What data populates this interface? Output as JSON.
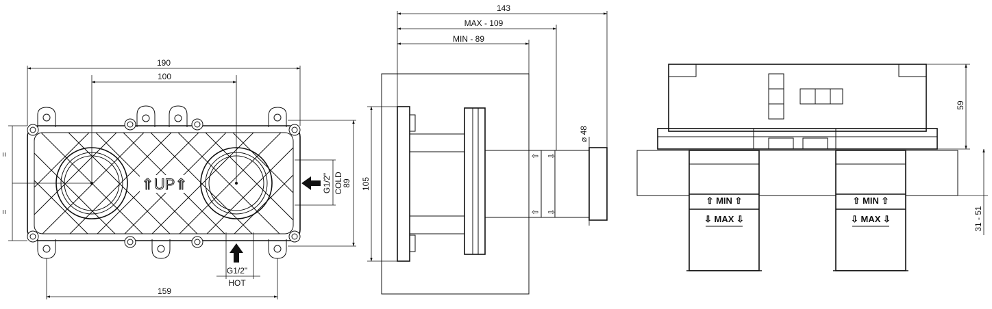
{
  "front_view": {
    "dims": {
      "overall_width": "190",
      "center_distance": "100",
      "mount_width": "159",
      "height": "89",
      "equal_top": "=",
      "equal_bottom": "="
    },
    "up_mark": "⇑UP⇑",
    "inlet_cold_size": "G1/2\"",
    "inlet_cold_label": "COLD",
    "inlet_hot_size": "G1/2\"",
    "inlet_hot_label": "HOT"
  },
  "side_view": {
    "dims": {
      "overall_depth": "143",
      "max_depth": "MAX - 109",
      "min_depth": "MIN - 89",
      "height": "105",
      "diameter": "⌀ 48"
    }
  },
  "rear_view": {
    "dims": {
      "height": "59",
      "range": "31 - 51"
    },
    "min_label": "⇧ MIN ⇧",
    "max_label": "⇩ MAX ⇩"
  }
}
